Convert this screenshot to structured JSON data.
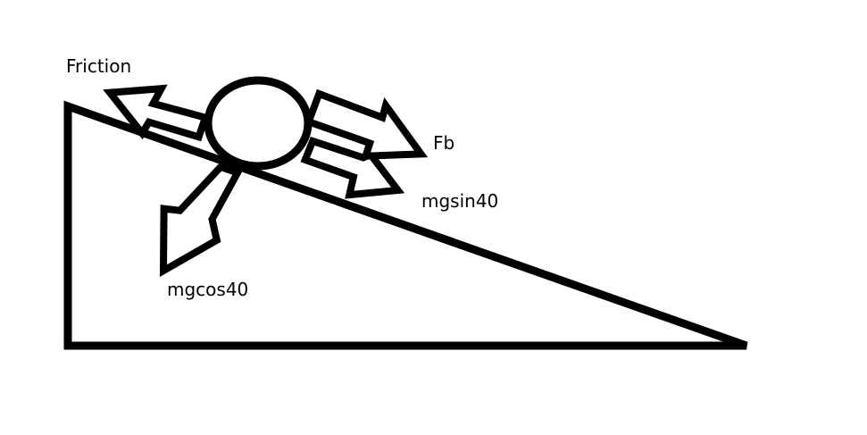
{
  "labels": {
    "friction": "Friction",
    "fb": "Fb",
    "mgsin": "mgsin40",
    "mgcos": "mgcos40"
  },
  "colors": {
    "stroke": "#000000",
    "fill": "#ffffff"
  }
}
